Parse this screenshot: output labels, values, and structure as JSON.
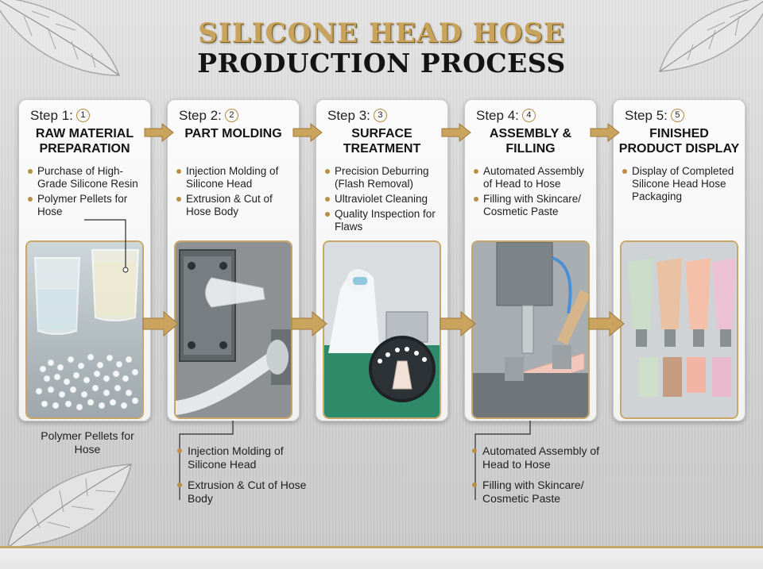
{
  "title": {
    "line1": "SILICONE HEAD HOSE",
    "line2": "PRODUCTION PROCESS"
  },
  "steps": [
    {
      "label": "Step 1:",
      "number": "1",
      "heading_line1": "RAW MATERIAL",
      "heading_line2": "PREPARATION",
      "bullets": [
        "Purchase of High-Grade Silicone Resin",
        "Polymer Pellets for Hose"
      ]
    },
    {
      "label": "Step 2:",
      "number": "2",
      "heading_line1": "PART MOLDING",
      "heading_line2": "",
      "bullets": [
        "Injection Molding of Silicone Head",
        "Extrusion & Cut of Hose Body"
      ]
    },
    {
      "label": "Step 3:",
      "number": "3",
      "heading_line1": "SURFACE",
      "heading_line2": "TREATMENT",
      "bullets": [
        "Precision Deburring (Flash Removal)",
        "Ultraviolet Cleaning",
        "Quality Inspection for Flaws"
      ]
    },
    {
      "label": "Step 4:",
      "number": "4",
      "heading_line1": "ASSEMBLY &",
      "heading_line2": "FILLING",
      "bullets": [
        "Automated Assembly of Head to Hose",
        "Filling with Skincare/ Cosmetic Paste"
      ]
    },
    {
      "label": "Step 5:",
      "number": "5",
      "heading_line1": "FINISHED",
      "heading_line2": "PRODUCT DISPLAY",
      "bullets": [
        "Display of Completed Silicone Head Hose Packaging"
      ]
    }
  ],
  "callouts": {
    "pellets": "Polymer Pellets for Hose",
    "molding": [
      "Injection Molding of Silicone Head",
      "Extrusion & Cut of Hose Body"
    ],
    "assembly": [
      "Automated Assembly of Head to Hose",
      "Filling with Skincare/ Cosmetic Paste"
    ]
  },
  "colors": {
    "gold": "#c7a35b",
    "arrow": "#caa35c",
    "heading": "#141414"
  },
  "icons": [
    "leaf-icon",
    "arrow-right-icon",
    "step-number-circle"
  ]
}
